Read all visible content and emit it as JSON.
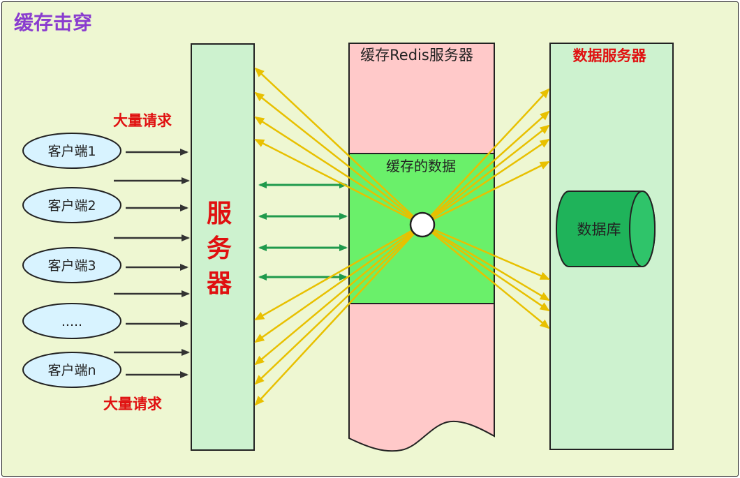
{
  "title": "缓存击穿",
  "request_label_top": "大量请求",
  "request_label_bottom": "大量请求",
  "clients": [
    "客户端1",
    "客户端2",
    "客户端3",
    ".....",
    "客户端n"
  ],
  "app_server_label": [
    "服",
    "务",
    "器"
  ],
  "redis_server_label": "缓存Redis服务器",
  "cache_data_label": "缓存的数据",
  "data_server_label": "数据服务器",
  "database_label": "数据库",
  "colors": {
    "background": "#eef7d2",
    "title": "#8a3ccf",
    "red_text": "#e01010",
    "server_fill": "#cdf2cf",
    "redis_fill": "#ffc9c9",
    "cache_fill": "#6af06a",
    "database_fill": "#1fb35a",
    "client_fill": "#d8f3ff",
    "yellow_arrow": "#e8c000",
    "green_arrow": "#1f9a4c",
    "black_arrow": "#333333"
  }
}
